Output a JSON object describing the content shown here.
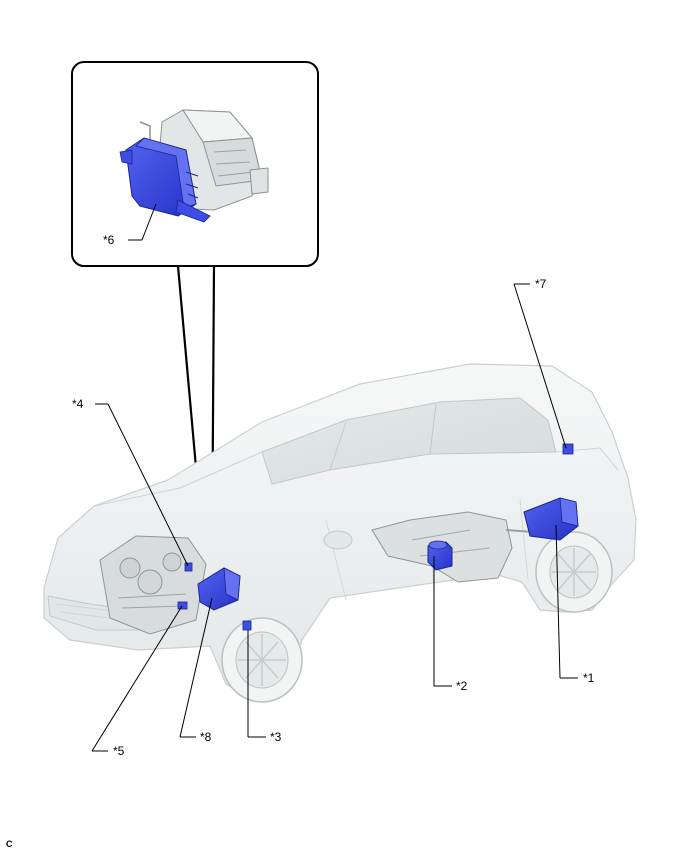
{
  "callouts": [
    {
      "id": "c1",
      "label": "*1"
    },
    {
      "id": "c2",
      "label": "*2"
    },
    {
      "id": "c3",
      "label": "*3"
    },
    {
      "id": "c4",
      "label": "*4"
    },
    {
      "id": "c5",
      "label": "*5"
    },
    {
      "id": "c6",
      "label": "*6"
    },
    {
      "id": "c7",
      "label": "*7"
    },
    {
      "id": "c8",
      "label": "*8"
    }
  ],
  "footer": {
    "code": "C"
  },
  "colors": {
    "highlight": "#3d4de6",
    "body_fill": "#eef1f1",
    "body_stroke": "#c9cfd0",
    "frame": "#000000"
  }
}
